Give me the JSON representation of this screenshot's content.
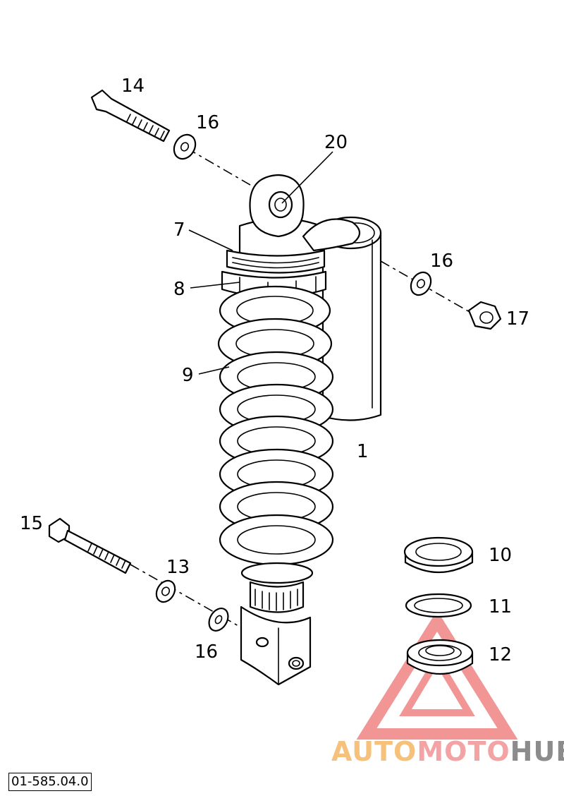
{
  "drawing_id": "01-585.04.0",
  "watermark": {
    "text_part1": "AUTO",
    "text_part2": "MOTO",
    "text_part3": "HUB",
    "color_part1": "#f6c17a",
    "color_part2": "#f3a3a3",
    "color_part3": "#8c8c8c",
    "triangle_color": "#e64040"
  },
  "callouts": [
    {
      "id": "c14",
      "text": "14"
    },
    {
      "id": "c16a",
      "text": "16"
    },
    {
      "id": "c20",
      "text": "20"
    },
    {
      "id": "c7",
      "text": "7"
    },
    {
      "id": "c8",
      "text": "8"
    },
    {
      "id": "c9",
      "text": "9"
    },
    {
      "id": "c16b",
      "text": "16"
    },
    {
      "id": "c17",
      "text": "17"
    },
    {
      "id": "c1",
      "text": "1"
    },
    {
      "id": "c15",
      "text": "15"
    },
    {
      "id": "c13",
      "text": "13"
    },
    {
      "id": "c16c",
      "text": "16"
    },
    {
      "id": "c10",
      "text": "10"
    },
    {
      "id": "c11",
      "text": "11"
    },
    {
      "id": "c12",
      "text": "12"
    }
  ]
}
